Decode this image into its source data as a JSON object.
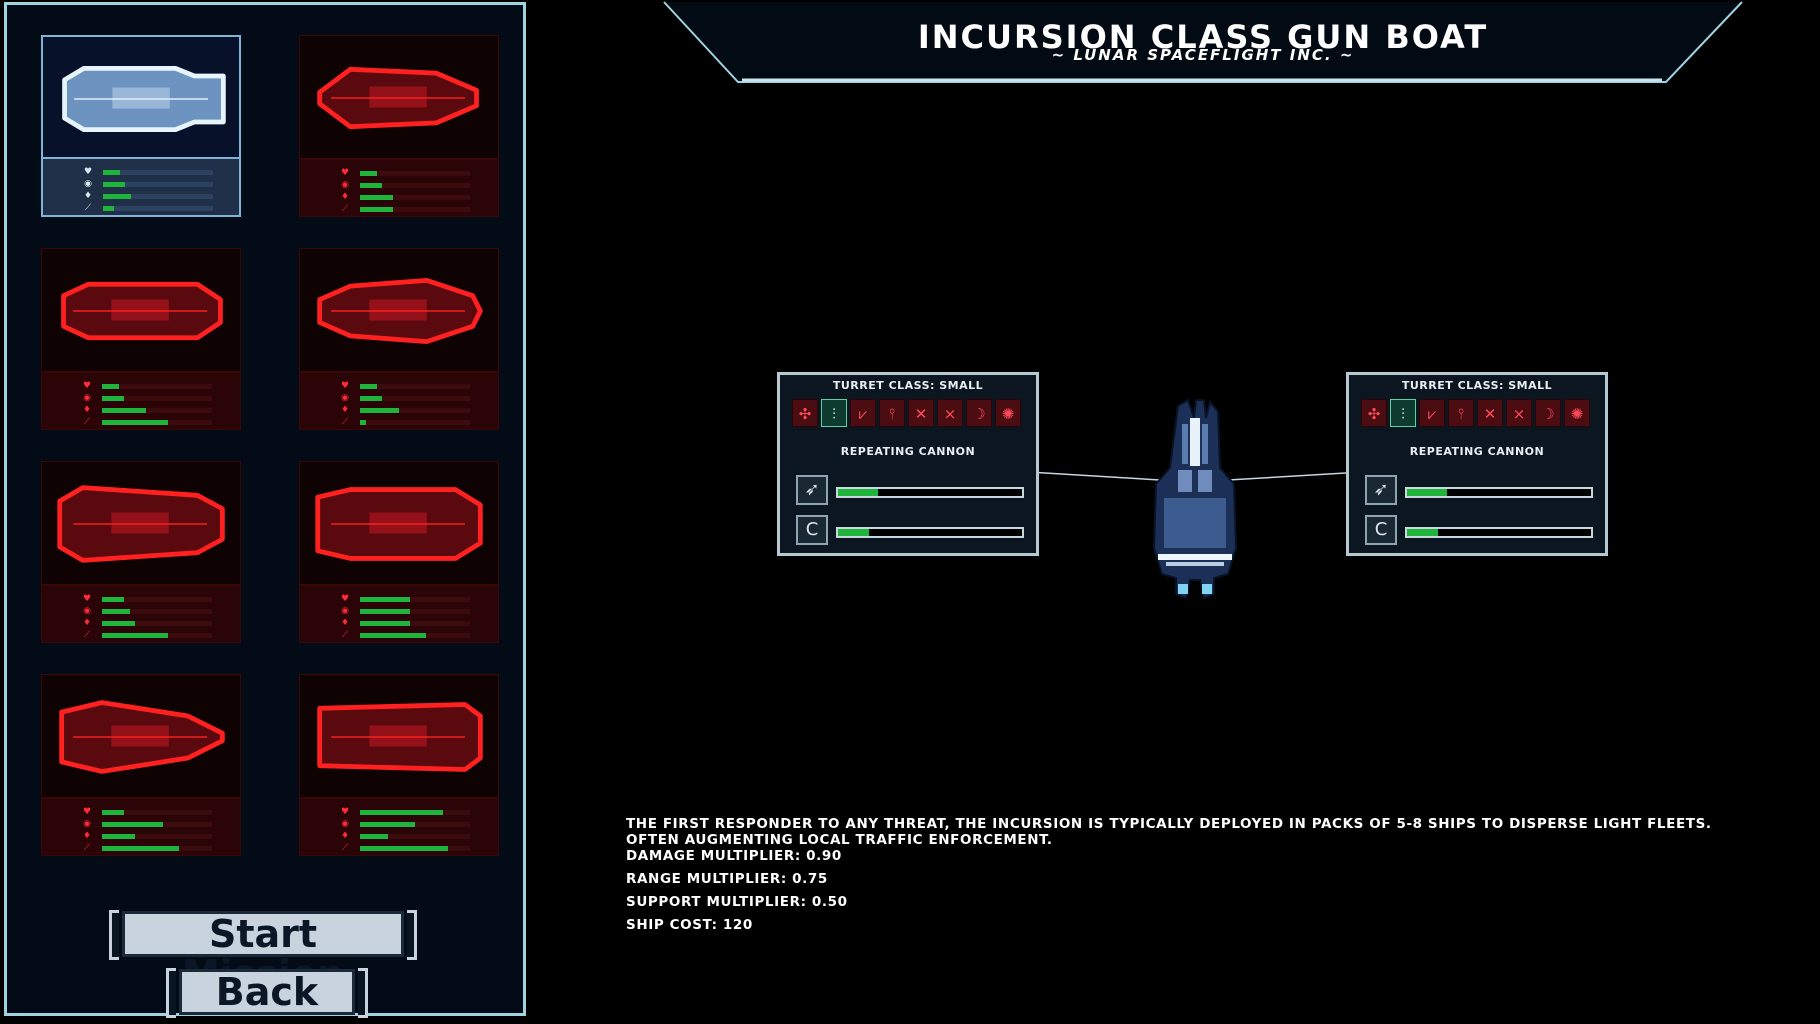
{
  "header": {
    "ship_title": "INCURSION CLASS GUN BOAT",
    "manufacturer": "~ LUNAR SPACEFLIGHT INC. ~"
  },
  "ship_list": [
    {
      "selected": true,
      "stats": [
        0.15,
        0.2,
        0.25,
        0.1
      ]
    },
    {
      "selected": false,
      "stats": [
        0.15,
        0.2,
        0.3,
        0.3
      ]
    },
    {
      "selected": false,
      "stats": [
        0.15,
        0.2,
        0.4,
        0.6
      ]
    },
    {
      "selected": false,
      "stats": [
        0.15,
        0.2,
        0.35,
        0.05
      ]
    },
    {
      "selected": false,
      "stats": [
        0.2,
        0.25,
        0.3,
        0.6
      ]
    },
    {
      "selected": false,
      "stats": [
        0.45,
        0.45,
        0.45,
        0.6
      ]
    },
    {
      "selected": false,
      "stats": [
        0.2,
        0.55,
        0.3,
        0.7
      ]
    },
    {
      "selected": false,
      "stats": [
        0.75,
        0.5,
        0.25,
        0.8
      ]
    }
  ],
  "stat_icons": [
    "heart-icon",
    "shield-icon",
    "thruster-icon",
    "weapon-icon"
  ],
  "buttons": {
    "start_mission": "Start Mission",
    "back": "Back"
  },
  "turrets": [
    {
      "turret_class": "TURRET CLASS: SMALL",
      "weapon_name": "REPEATING CANNON",
      "selected_slot": 1,
      "stat_bars": [
        0.22,
        0.17
      ]
    },
    {
      "turret_class": "TURRET CLASS: SMALL",
      "weapon_name": "REPEATING CANNON",
      "selected_slot": 1,
      "stat_bars": [
        0.22,
        0.17
      ]
    }
  ],
  "turret_slot_icons": [
    "✣",
    "⫶",
    "⩗",
    "⫯",
    "✕",
    "⨯",
    "☽",
    "✺"
  ],
  "description": {
    "lines": [
      "THE FIRST RESPONDER TO ANY THREAT, THE INCURSION IS TYPICALLY DEPLOYED IN PACKS OF 5-8 SHIPS TO DISPERSE LIGHT FLEETS.",
      "OFTEN AUGMENTING LOCAL TRAFFIC ENFORCEMENT."
    ],
    "damage_multiplier": "DAMAGE MULTIPLIER: 0.90",
    "range_multiplier": "RANGE MULTIPLIER: 0.75",
    "support_multiplier": "SUPPORT MULTIPLIER: 0.50",
    "ship_cost": "SHIP COST: 120"
  },
  "colors": {
    "panel_border": "#9fd3df",
    "locked_red": "#ff2a3a",
    "stat_green": "#1fb53a",
    "selected_blue": "#7fb4d8"
  }
}
